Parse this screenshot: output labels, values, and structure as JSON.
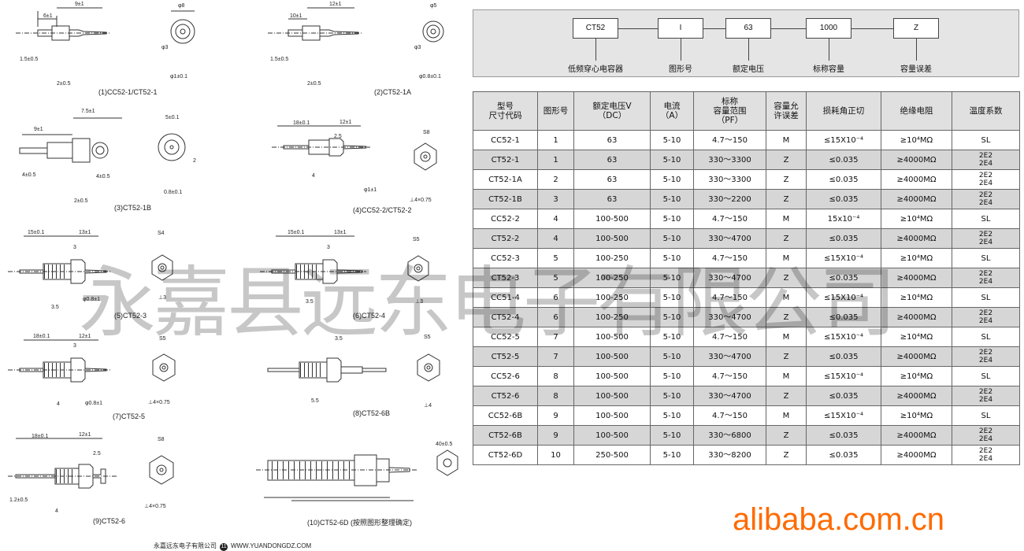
{
  "figures": [
    {
      "label": "(1)CC52-1/CT52-1",
      "dims": [
        "9±1",
        "6±1",
        "φ8",
        "φ3",
        "1.5±0.5",
        "2±0.5",
        "φ1±0.1"
      ]
    },
    {
      "label": "(2)CT52-1A",
      "dims": [
        "12±1",
        "10±1",
        "φ5",
        "φ3",
        "1.5±0.5",
        "2±0.5",
        "φ0.8±0.1"
      ]
    },
    {
      "label": "(3)CT52-1B",
      "dims": [
        "7.5±1",
        "9±1",
        "5±0.1",
        "2",
        "4±0.5",
        "4±0.5",
        "2±0.5",
        "0.8±0.1"
      ]
    },
    {
      "label": "(4)CC52-2/CT52-2",
      "dims": [
        "18±0.1",
        "12±1",
        "2.5",
        "S8",
        "4",
        "φ1±1",
        "⊥4×0.75"
      ]
    },
    {
      "label": "(5)CT52-3",
      "dims": [
        "15±0.1",
        "13±1",
        "3",
        "S4",
        "3.5",
        "φ0.8±1",
        "⊥3"
      ]
    },
    {
      "label": "(6)CT52-4",
      "dims": [
        "15±0.1",
        "13±1",
        "3",
        "S5",
        "3.5",
        "⊥3"
      ]
    },
    {
      "label": "(7)CT52-5",
      "dims": [
        "18±0.1",
        "12±1",
        "3",
        "S5",
        "4",
        "φ0.8±1",
        "⊥4×0.75"
      ]
    },
    {
      "label": "(8)CT52-6B",
      "dims": [
        "3.5",
        "S5",
        "5.5",
        "⊥4"
      ]
    },
    {
      "label": "(9)CT52-6",
      "dims": [
        "18±0.1",
        "12±1",
        "2.5",
        "S8",
        "1.2±0.5",
        "4",
        "⊥4×0.75"
      ]
    },
    {
      "label": "(10)CT52-6D  (按照图形整理确定)",
      "dims": [
        "40±0.5"
      ]
    }
  ],
  "footer": {
    "company": "永嘉远东电子有限公司",
    "page": "11",
    "url": "WWW.YUANDONGDZ.COM"
  },
  "code_diagram": {
    "boxes": [
      "CT52",
      "I",
      "63",
      "1000",
      "Z"
    ],
    "labels": [
      "低频穿心电容器",
      "图形号",
      "额定电压",
      "标称容量",
      "容量误差"
    ]
  },
  "table": {
    "headers": [
      [
        "型号",
        "尺寸代码"
      ],
      [
        "图形号"
      ],
      [
        "额定电压V",
        "（DC）"
      ],
      [
        "电流",
        "（A）"
      ],
      [
        "标称",
        "容量范围",
        "（PF）"
      ],
      [
        "容量允",
        "许误差"
      ],
      [
        "损耗角正切"
      ],
      [
        "绝缘电阻"
      ],
      [
        "温度系数"
      ]
    ],
    "rows": [
      [
        "CC52-1",
        "1",
        "63",
        "5-10",
        "4.7～150",
        "M",
        "≤15X10⁻⁴",
        "≥10⁴MΩ",
        "SL"
      ],
      [
        "CT52-1",
        "1",
        "63",
        "5-10",
        "330～3300",
        "Z",
        "≤0.035",
        "≥4000MΩ",
        "2E2\n2E4"
      ],
      [
        "CT52-1A",
        "2",
        "63",
        "5-10",
        "330～3300",
        "Z",
        "≤0.035",
        "≥4000MΩ",
        "2E2\n2E4"
      ],
      [
        "CT52-1B",
        "3",
        "63",
        "5-10",
        "330～2200",
        "Z",
        "≤0.035",
        "≥4000MΩ",
        "2E2\n2E4"
      ],
      [
        "CC52-2",
        "4",
        "100-500",
        "5-10",
        "4.7～150",
        "M",
        "15x10⁻⁴",
        "≥10⁴MΩ",
        "SL"
      ],
      [
        "CT52-2",
        "4",
        "100-500",
        "5-10",
        "330～4700",
        "Z",
        "≤0.035",
        "≥4000MΩ",
        "2E2\n2E4"
      ],
      [
        "CC52-3",
        "5",
        "100-250",
        "5-10",
        "4.7～150",
        "M",
        "≤15X10⁻⁴",
        "≥10⁴MΩ",
        "SL"
      ],
      [
        "CT52-3",
        "5",
        "100-250",
        "5-10",
        "330～4700",
        "Z",
        "≤0.035",
        "≥4000MΩ",
        "2E2\n2E4"
      ],
      [
        "CC51-4",
        "6",
        "100-250",
        "5-10",
        "4.7～150",
        "M",
        "≤15X10⁻⁴",
        "≥10⁴MΩ",
        "SL"
      ],
      [
        "CT52-4",
        "6",
        "100-250",
        "5-10",
        "330～4700",
        "Z",
        "≤0.035",
        "≥4000MΩ",
        "2E2\n2E4"
      ],
      [
        "CC52-5",
        "7",
        "100-500",
        "5-10",
        "4.7～150",
        "M",
        "≤15X10⁻⁴",
        "≥10⁴MΩ",
        "SL"
      ],
      [
        "CT52-5",
        "7",
        "100-500",
        "5-10",
        "330～4700",
        "Z",
        "≤0.035",
        "≥4000MΩ",
        "2E2\n2E4"
      ],
      [
        "CC52-6",
        "8",
        "100-500",
        "5-10",
        "4.7～150",
        "M",
        "≤15X10⁻⁴",
        "≥10⁴MΩ",
        "SL"
      ],
      [
        "CT52-6",
        "8",
        "100-500",
        "5-10",
        "330～4700",
        "Z",
        "≤0.035",
        "≥4000MΩ",
        "2E2\n2E4"
      ],
      [
        "CC52-6B",
        "9",
        "100-500",
        "5-10",
        "4.7～150",
        "M",
        "≤15X10⁻⁴",
        "≥10⁴MΩ",
        "SL"
      ],
      [
        "CT52-6B",
        "9",
        "100-500",
        "5-10",
        "330～6800",
        "Z",
        "≤0.035",
        "≥4000MΩ",
        "2E2\n2E4"
      ],
      [
        "CT52-6D",
        "10",
        "250-500",
        "5-10",
        "330～8200",
        "Z",
        "≤0.035",
        "≥4000MΩ",
        "2E2\n2E4"
      ]
    ]
  },
  "watermark": "永嘉县远东电子有限公司",
  "alibaba_logo": "alibaba.com.cn"
}
